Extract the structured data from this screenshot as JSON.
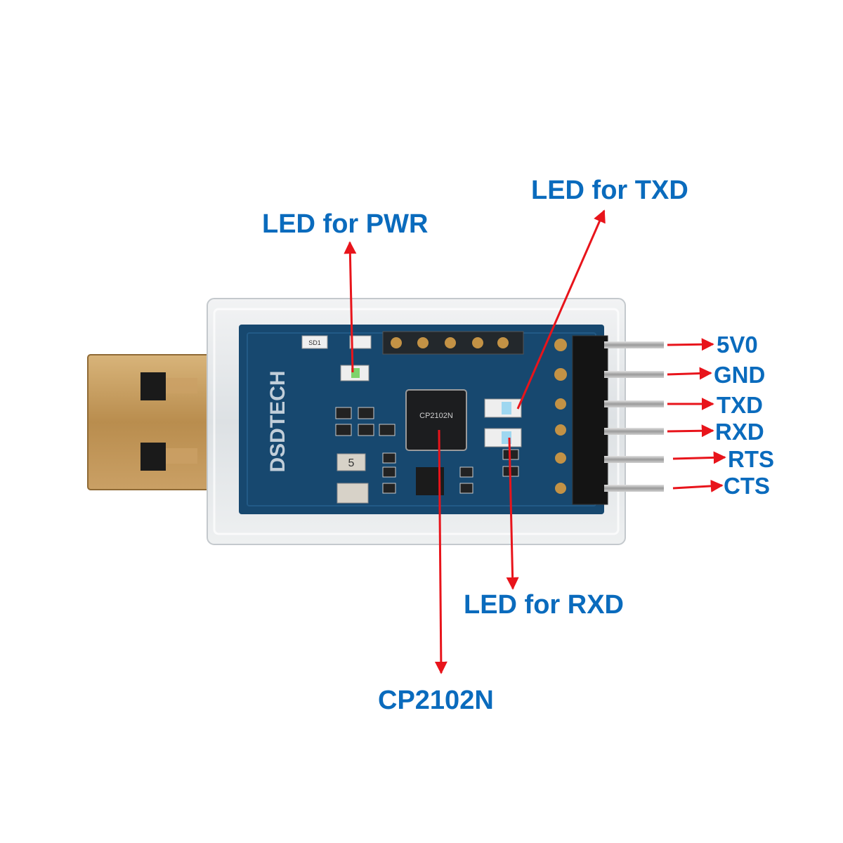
{
  "callouts": {
    "led_pwr": "LED for PWR",
    "led_txd": "LED for TXD",
    "led_rxd": "LED for RXD",
    "chip": "CP2102N"
  },
  "pins": [
    "5V0",
    "GND",
    "TXD",
    "RXD",
    "RTS",
    "CTS"
  ],
  "board_silkscreen": {
    "brand": "DSDTECH",
    "marking_sd1": "SD1",
    "marking_5": "5",
    "chip_marking": "CP2102N"
  },
  "colors": {
    "label": "#0a6bbd",
    "arrow": "#e8141b",
    "pcb": "#17486f",
    "usb_plug": "#c9a063",
    "case": "#e4e7ea",
    "pin_metal": "#b9b9b9"
  }
}
